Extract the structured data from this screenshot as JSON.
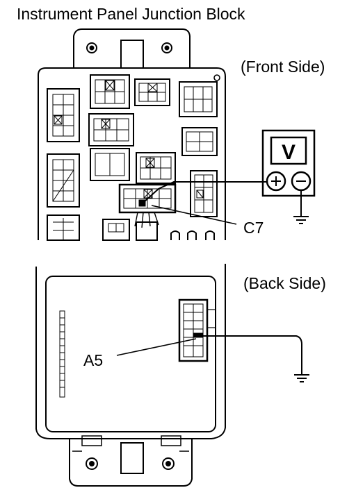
{
  "title": "Instrument Panel Junction Block",
  "front_side_label": "(Front Side)",
  "back_side_label": "(Back Side)",
  "connector_front": "C7",
  "connector_back": "A5",
  "voltmeter": {
    "symbol": "V",
    "positive": "+",
    "negative": "−"
  },
  "icons": [
    "voltmeter-icon",
    "ground-symbol-icon"
  ],
  "colors": {
    "line": "#000000",
    "background": "#ffffff"
  }
}
